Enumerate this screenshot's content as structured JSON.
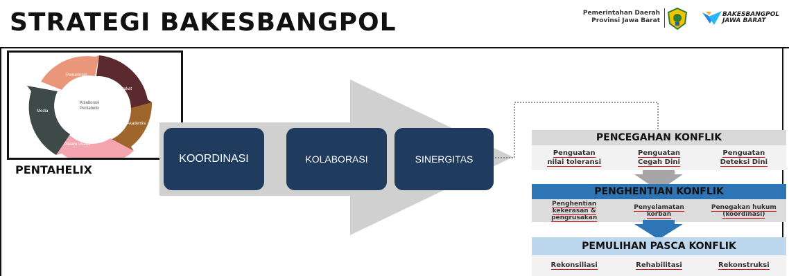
{
  "header": {
    "title": "STRATEGI BAKESBANGPOL",
    "gov_line1": "Pemerintahan Daerah",
    "gov_line2": "Provinsi Jawa Barat",
    "logo_line1": "BAKESBANGPOL",
    "logo_line2": "JAWA BARAT"
  },
  "pentahelix": {
    "label": "PENTAHELIX",
    "center_line1": "Kolaborasi",
    "center_line2": "Pentahelix",
    "segments": [
      "Pemerintah",
      "Masyarakat",
      "Akademisi",
      "Pelaku Usaha",
      "Media"
    ]
  },
  "steps": [
    "KOORDINASI",
    "KOLABORASI",
    "SINERGITAS"
  ],
  "prevention": {
    "title": "PENCEGAHAN KONFLIK",
    "items": [
      {
        "line1": "Penguatan",
        "line2": "nilai toleransi"
      },
      {
        "line1": "Penguatan",
        "line2": "Cegah Dini"
      },
      {
        "line1": "Penguatan",
        "line2": "Deteksi Dini"
      }
    ]
  },
  "termination": {
    "title": "PENGHENTIAN KONFLIK",
    "items": [
      {
        "line1": "Penghentian",
        "line2": "kekerasan &",
        "line3": "pengrusakan"
      },
      {
        "line1": "Penyelamatan",
        "line2": "korban"
      },
      {
        "line1": "Penegakan hukum",
        "line2": "(koordinasi)"
      }
    ]
  },
  "recovery": {
    "title": "PEMULIHAN PASCA KONFLIK",
    "items": [
      "Rekonsiliasi",
      "Rehabilitasi",
      "Rekonstruksi"
    ]
  },
  "colors": {
    "step_fill": "#1f3b5e",
    "arrow_gray": "#d0d0d0",
    "termination_blue": "#2e75b6",
    "recovery_lightblue": "#bdd7ee"
  }
}
